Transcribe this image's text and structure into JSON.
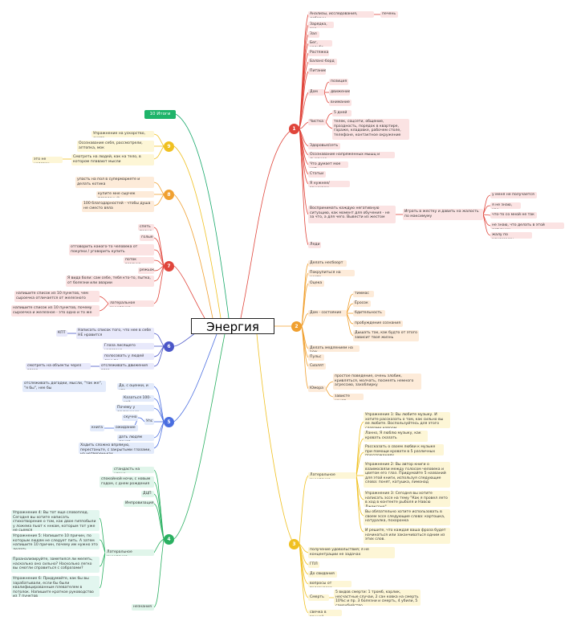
{
  "center_title": "Энергия",
  "top_label": "10 Итоги",
  "colors": {
    "b1": "#e0453b",
    "b2": "#f0a030",
    "b3": "#f0c020",
    "b4": "#2ab061",
    "b5": "#4a6ee0",
    "b6": "#4a56c8",
    "b7": "#e0453b",
    "b8": "#f0a030",
    "b9": "#f0c020",
    "b10": "#16a86a"
  },
  "branches": {
    "b1": {
      "num": "1",
      "items": [
        "Анализы, исследования, добавки",
        "печень",
        "Зарядка, око",
        "Зал",
        "Бег, ходьба",
        "Растяжка",
        "Баланс-борд",
        "Питание",
        "Дом",
        "позиция",
        "движение",
        "внимание",
        "Чистка",
        "5 дней",
        "телек, соцсети, общение, праздность, порядок в квартире, гараже, кладовке, рабочем столе, телефоне, контактное окружение",
        "Здоровье/сеть",
        "Осознавание напряженных мышц и дыхание",
        "Что думает мое уит",
        "Статьи",
        "Я нужнее/занимаем",
        "Воспринимать каждую негативную ситуацию, как момент для обучения - не за что, а для чего. Вывести из жестом",
        "Играть в жестку и давить на жалость по максимуму",
        "у меня не получается",
        "я не знаю, как",
        "что-то со мной не так",
        "не знаю, что делать в этой ситуации",
        "жалу по максимуму",
        "Леди"
      ]
    },
    "b2": {
      "num": "2",
      "items": [
        "Делать несбоорт",
        "Покрупиться на месте",
        "Оцека",
        "Дом - состояние",
        "тиммас",
        "Ёросок",
        "бдительность",
        "пробуждение сознания",
        "Дышать так, как будто от этого зависит твоя жизнь",
        "Делать медлением на 10%",
        "Пульс",
        "Сиалят",
        "Юмора",
        "простое поведение, очень злобик, кривляться, молчать, посмеять немного агрессию, захоблирку",
        "зависте конат"
      ]
    },
    "b3": {
      "num": "3",
      "items": [
        "Латеральное мышление",
        "Упражнение 1: Вы любите музыку. И хотите рассказать о том, как сильно вы ее любите. Воспользуйтесь для этого словами ковром",
        "Ланно, Я люблю музыку, как кровать сказать",
        "Рассказать о своем любви к музыке при помощи кровати в 5 различных предложениях",
        "Упражнение 2: Вы автор книги о взаимосвязи между голосом человека и цветом его глаз. Придумайте 5 названий для этой книги, используя следующие слова: понят, катушка, лимонад",
        "Упражнение 3: Сегодня вы хотите написать эссе на тему \"Как я провел лето в ход в контекте рыболя и Навсю Джексоне\"",
        "Вы обязательно хотите использовать в своем эссе следующие слова: картошка, натуралка, похоронка",
        "И решите, что каждая ваша фраза будет начинаться или заканчиваться одним из этих слов.",
        "получение удовольствия; я не концентрации не задачах",
        "ГПЛ",
        "До свидания",
        "вопросы от телевизора",
        "Смерть",
        "5 видов смерти: 1 тромб, карлик, несчастные случаи, 2 сан ковка на смерть 10%с и пр. 3 болезни и смерть, 4 убили, 5 самоубийство",
        "свечка в ванной"
      ]
    },
    "b4": {
      "num": "4",
      "items": [
        "стандасть на улице",
        "спокойной ночи, с новым годом, с днем рождения",
        "ДЦП",
        "Импровизация",
        "Латеральное мышление",
        "Упражнение 4: Вы тот еще словоплод. Сегодня вы хотите написать стихотворение о том, как двое гиппобыли у ложема пьют к ннкам, которым тот уже не сьемся",
        "Упражнение 5: Напишите 10 причин, по которым людям не следует пить. А затем напишите 10 причин, почему им нужно это делать",
        "Проанализируйте, заметился ли мелеть, насколько оно сильно? Насколько легко вы смогли справиться с собразами?",
        "Упражнение 6: Придумайте, как бы вы зарабатывали, если бы были квалифицированным плевателем в потолок. Напишите краткое руководство из 7 пунктов",
        "незнания"
      ]
    },
    "b5": {
      "num": "5",
      "items": [
        "отслеживать догадки, мысли, \"так же\", \"я бы\", нее бы",
        "Да, с оценки, и что",
        "Казаться 100-кой",
        "Почему у скуренным",
        "скучно",
        "Упс",
        "ожидание",
        "книга",
        "дать людям денег",
        "Ходить сложно впрямую, перестаньте, с закрытыми глазами, на четвереньках"
      ]
    },
    "b6": {
      "num": "6",
      "items": [
        "КПТ",
        "Написать список того, что нее в себе НЕ нравится",
        "Глаза лисящего человека",
        "полосовать у людей деньги",
        "смотреть на объекты через глаза",
        "отслеживать движения глаз"
      ]
    },
    "b7": {
      "num": "7",
      "items": [
        "спеть песню",
        "голые",
        "отговорить какого-то человека от покупки / уговорить купить",
        "поток воздуха",
        "режьок",
        "Я вида боли: сам себе, тебя кто-то, пытка, от болезни или аварии",
        "латеральное мышление",
        "напишите список из 10 пунктов, чем сыроечка отличается от железного",
        "напишите список из 10 пунктов, почему сыроечка и железное - это одно и то же"
      ]
    },
    "b8": {
      "num": "8",
      "items": [
        "упасть на пол в супермаркете и делать котика",
        "купите мне сырчек плавленый",
        "100 благодарностей - чтобы душа не сместо вяла"
      ]
    },
    "b9": {
      "num": "9",
      "items": [
        "Упражнение на ускорство, смотр",
        "Осознавание себя, рассмотрели, аптопка, мок",
        "Смотреть на людей, как на тело, в котором плавают мысли",
        "это не человек"
      ]
    }
  }
}
